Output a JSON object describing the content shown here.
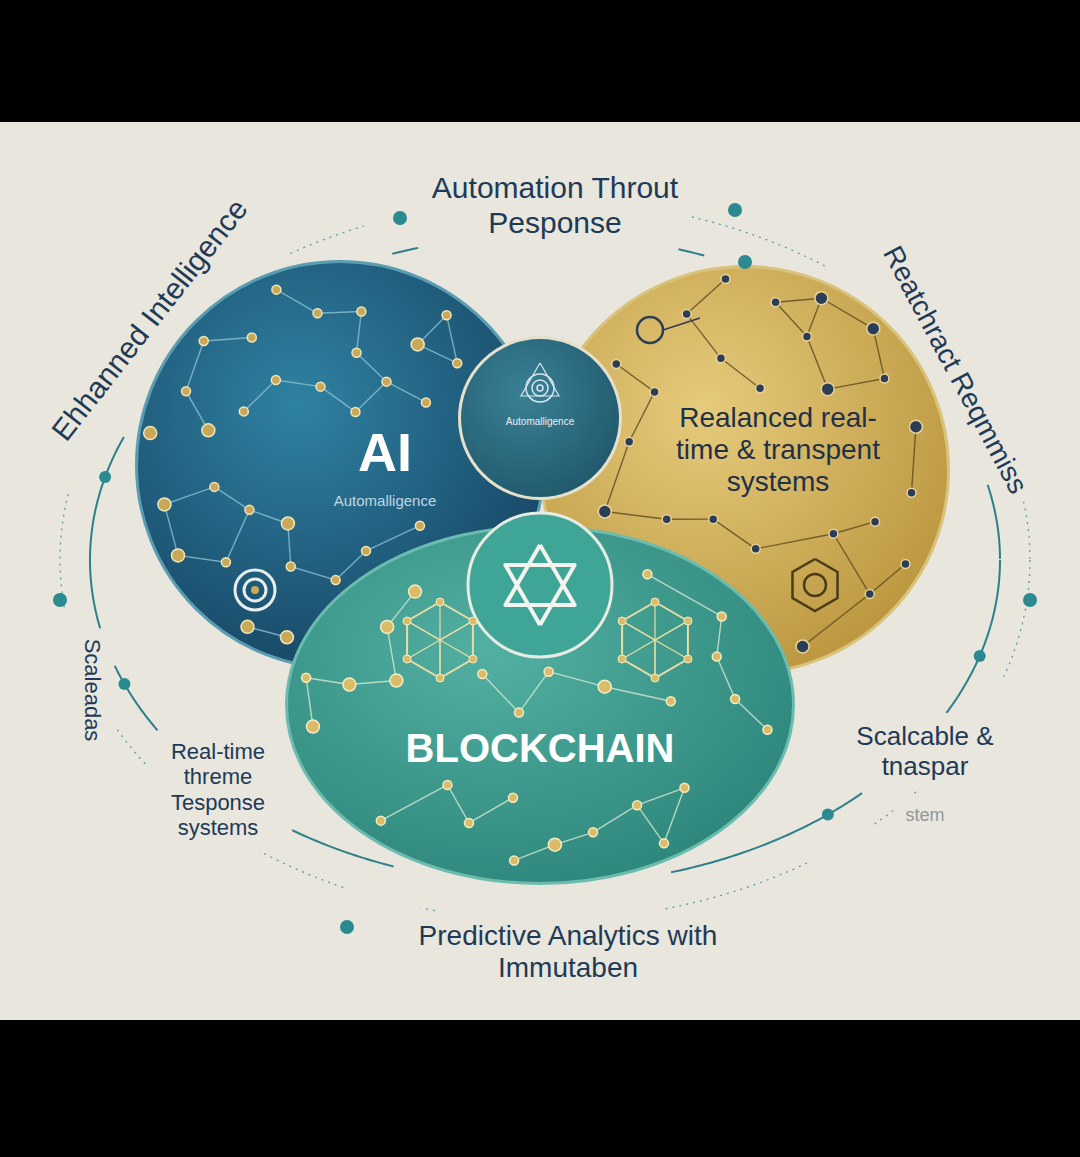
{
  "diagram": {
    "nodes": [
      {
        "text": [
          "AI",
          "Automalligence"
        ]
      },
      {
        "text": [
          "Automalligence"
        ]
      },
      {
        "text": [
          "Realanced real-time & transpent systems"
        ]
      },
      {
        "text": [
          "BLOCKCHAIN"
        ]
      }
    ],
    "labels": [
      "Automation Throut Pesponse",
      "Ehhanned Intelligence",
      "Reatchract Reqmmiss",
      "Scaleadas",
      "Real-time threme Tesponse systems",
      "Scalcable & tnaspar",
      "stem",
      "Predictive Analytics with Immutaben"
    ]
  }
}
